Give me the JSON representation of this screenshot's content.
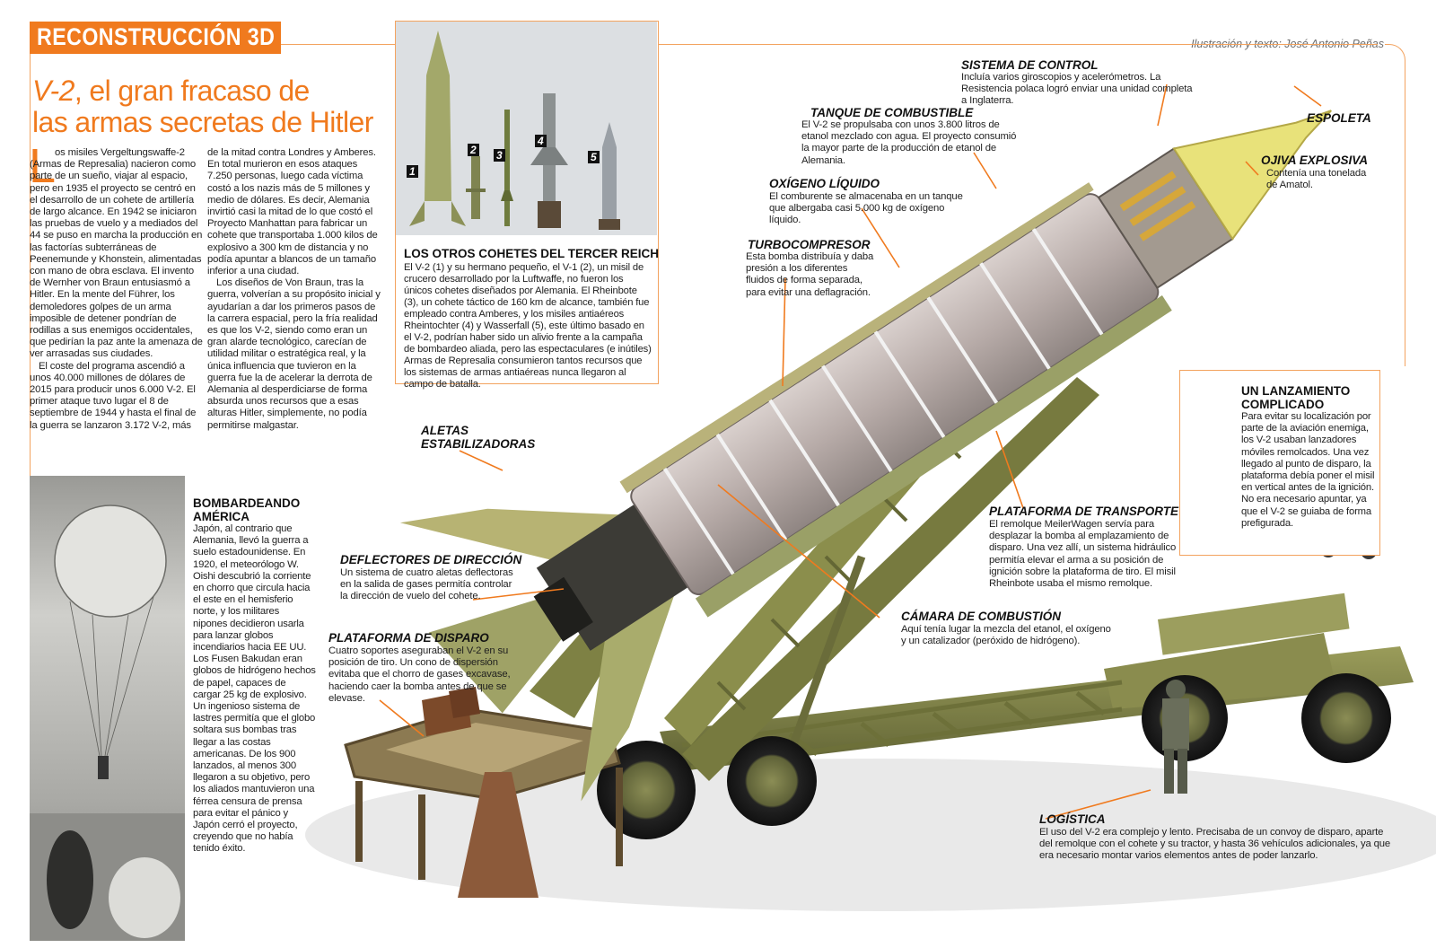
{
  "header": {
    "section_tag": "RECONSTRUCCIÓN 3D",
    "credit": "Ilustración y texto: José Antonio Peñas",
    "title_italic": "V-2",
    "title_line1_rest": ", el gran fracaso de",
    "title_line2": "las armas secretas de Hitler"
  },
  "article": {
    "dropcap": "L",
    "col1": [
      "os misiles Vergeltungswaffe-2 (Armas de Represalia) nacieron como parte de un sueño, viajar al espacio, pero en 1935 el proyecto se centró en el desarrollo de un cohete de artillería de largo alcance. En 1942 se iniciaron las pruebas de vuelo y a mediados del 44 se puso en marcha la producción en las factorías subterráneas de Peenemunde y Khonstein, alimentadas con mano de obra esclava. El invento de Wernher von Braun entusiasmó a Hitler. En la mente del Führer, los demoledores golpes de un arma imposible de detener pondrían de rodillas a sus enemigos occidentales, que pedirían la paz ante la amenaza de ver arrasadas sus ciudades.",
      "El coste del programa ascendió a unos 40.000 millones de dólares de 2015 para producir unos 6.000 V-2. El primer ataque tuvo lugar el 8 de septiembre de 1944 y hasta el final de la guerra se lanzaron 3.172 V-2, más"
    ],
    "col2": [
      "de la mitad contra Londres y Amberes. En total murieron en esos ataques 7.250 personas, luego cada víctima costó a los nazis más de 5 millones y medio de dólares. Es decir, Alemania invirtió casi la mitad de lo que costó el Proyecto Manhattan para fabricar un cohete que transportaba 1.000 kilos de explosivo a 300 km de distancia y no podía apuntar a blancos de un tamaño inferior a una ciudad.",
      "Los diseños de Von Braun, tras la guerra, volverían a su propósito inicial y ayudarían a dar los primeros pasos de la carrera espacial, pero la fría realidad es que los V-2, siendo como eran un gran alarde tecnológico, carecían de utilidad militar o estratégica real, y la única influencia que tuvieron en la guerra fue la de acelerar la derrota de Alemania al desperdiciarse de forma absurda unos recursos que a esas alturas Hitler, simplemente, no podía permitirse malgastar."
    ]
  },
  "rockets_box": {
    "numbers": [
      "1",
      "2",
      "3",
      "4",
      "5"
    ],
    "title": "LOS OTROS COHETES DEL TERCER REICH",
    "text": "El V-2 (1) y su hermano pequeño, el V-1 (2), un misil de crucero desarrollado por la Luftwaffe, no fueron los únicos cohetes diseñados por Alemania. El Rheinbote (3), un cohete táctico de 160 km de alcance, también fue empleado contra Amberes, y los misiles antiaéreos Rheintochter (4) y Wasserfall (5), este último basado en el V-2, podrían haber sido un alivio frente a la campaña de bombardeo aliada, pero las espectaculares (e inútiles) Armas de Represalia consumieron tantos recursos que los sistemas de armas antiaéreas nunca llegaron al campo de batalla."
  },
  "america": {
    "heading": "BOMBARDEANDO AMÉRICA",
    "text": "Japón, al contrario que Alemania, llevó la guerra a suelo estadounidense. En 1920, el meteorólogo W. Oishi descubrió la corriente en chorro que circula hacia el este en el hemisferio norte, y los militares nipones decidieron usarla para lanzar globos incendiarios hacia EE UU. Los Fusen Bakudan eran globos de hidrógeno hechos de papel, capaces de cargar 25 kg de explosivo. Un ingenioso sistema de lastres permitía que el globo soltara sus bombas tras llegar a las costas americanas. De los 900 lanzados, al menos 300 llegaron a su objetivo, pero los aliados mantuvieron una férrea censura de prensa para evitar el pánico y Japón cerró el proyecto, creyendo que no había tenido éxito."
  },
  "labels": {
    "control": {
      "heading": "SISTEMA DE CONTROL",
      "text": "Incluía varios giroscopios y acelerómetros. La Resistencia polaca logró enviar una unidad completa a Inglaterra."
    },
    "tanque": {
      "heading": "TANQUE DE COMBUSTIBLE",
      "text": "El V-2 se propulsaba con unos 3.800 litros de etanol mezclado con agua. El proyecto consumió la mayor parte de la producción de etanol de Alemania."
    },
    "espoleta": {
      "heading": "ESPOLETA"
    },
    "ojiva": {
      "heading": "OJIVA EXPLOSIVA",
      "text": "Contenía una tonelada de Amatol."
    },
    "oxigeno": {
      "heading": "OXÍGENO LÍQUIDO",
      "text": "El comburente se almacenaba en un tanque que albergaba casi 5.000 kg de oxígeno líquido."
    },
    "turbo": {
      "heading": "TURBOCOMPRESOR",
      "text": "Esta bomba distribuía y daba presión a los diferentes fluidos de forma separada, para evitar una deflagración."
    },
    "aletas": {
      "heading": "ALETAS ESTABILIZADORAS"
    },
    "deflectores": {
      "heading": "DEFLECTORES DE DIRECCIÓN",
      "text": "Un sistema de cuatro aletas deflectoras en la salida de gases permitía controlar la dirección de vuelo del cohete."
    },
    "disparo": {
      "heading": "PLATAFORMA DE DISPARO",
      "text": "Cuatro soportes aseguraban el V-2 en su posición de tiro. Un cono de dispersión evitaba que el chorro de gases excavase, haciendo caer la bomba antes de que se elevase."
    },
    "transporte": {
      "heading": "PLATAFORMA DE TRANSPORTE",
      "text": "El remolque MeilerWagen servía para desplazar la bomba al emplazamiento de disparo. Una vez allí, un sistema hidráulico permitía elevar el arma a su posición de ignición sobre la plataforma de tiro. El misil Rheinbote usaba el mismo remolque."
    },
    "camara": {
      "heading": "CÁMARA DE COMBUSTIÓN",
      "text": "Aquí tenía lugar la mezcla del etanol, el oxígeno y un catalizador (peróxido de hidrógeno)."
    },
    "logistica": {
      "heading": "LOGÍSTICA",
      "text": "El uso del V-2 era complejo y lento. Precisaba de un convoy de disparo, aparte del remolque con el cohete y su tractor, y hasta 36 vehículos adicionales, ya que era necesario montar varios elementos antes de poder lanzarlo."
    }
  },
  "launch": {
    "heading": "UN LANZAMIENTO COMPLICADO",
    "text": "Para evitar su localización por parte de la aviación enemiga, los V-2 usaban lanzadores móviles remolcados. Una vez llegado al punto de disparo, la plataforma debía poner el misil en vertical antes de la ignición. No era necesario apuntar, ya que el V-2 se guiaba de forma prefigurada."
  },
  "colors": {
    "accent": "#f07a1e",
    "camo_green": "#8e9a55",
    "camo_sand": "#d8c98a",
    "tank_gray": "#b5aaa8",
    "trailer": "#7d8045"
  }
}
